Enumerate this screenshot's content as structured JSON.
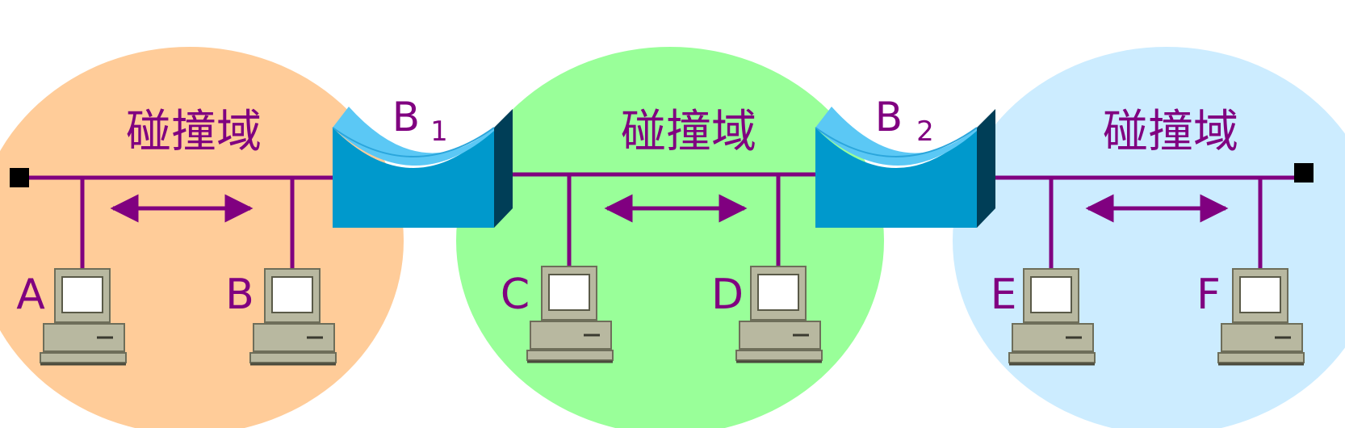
{
  "colors": {
    "segment_left": "#FFCC99",
    "segment_middle": "#99FF99",
    "segment_right": "#CCECFF",
    "line": "#800080",
    "label": "#800080",
    "bridge_front": "#0099CC",
    "bridge_top": "#5BC8F5",
    "bridge_side": "#003E57",
    "computer_body": "#B8B8A0",
    "terminator": "#000000"
  },
  "segments": [
    {
      "label": "碰撞域",
      "hosts": [
        "A",
        "B"
      ]
    },
    {
      "label": "碰撞域",
      "hosts": [
        "C",
        "D"
      ]
    },
    {
      "label": "碰撞域",
      "hosts": [
        "E",
        "F"
      ]
    }
  ],
  "bridges": [
    {
      "letter": "B",
      "sub": "1"
    },
    {
      "letter": "B",
      "sub": "2"
    }
  ],
  "icons": {
    "computer": "desktop-computer-icon",
    "bridge": "bridge-device-icon",
    "arrow": "double-arrow-icon",
    "terminator": "bus-terminator-icon"
  }
}
